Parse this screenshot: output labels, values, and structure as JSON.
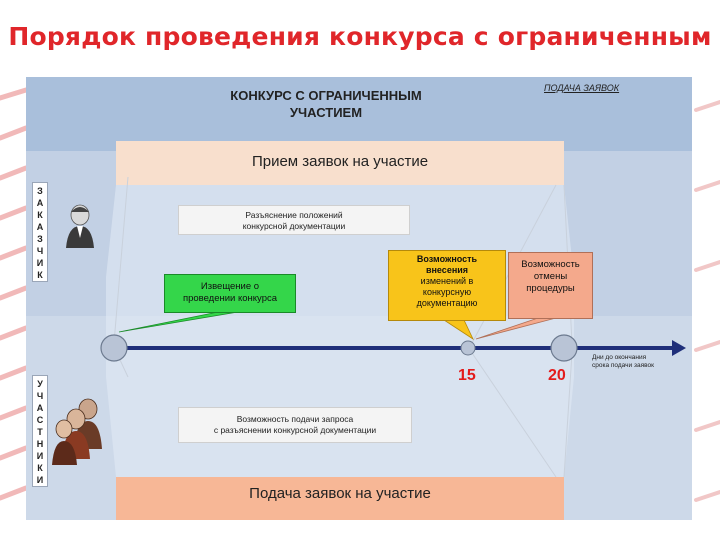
{
  "slide": {
    "title": "Порядок проведения конкурса с ограниченным"
  },
  "header": {
    "title_line1": "КОНКУРС С ОГРАНИЧЕННЫМ",
    "title_line2": "УЧАСТИЕМ",
    "right_label": "ПОДАЧА ЗАЯВОК"
  },
  "lanes": {
    "customer_letters": [
      "З",
      "А",
      "К",
      "А",
      "З",
      "Ч",
      "И",
      "К"
    ],
    "participants_letters": [
      "У",
      "Ч",
      "А",
      "С",
      "Т",
      "Н",
      "И",
      "К",
      "И"
    ]
  },
  "phases": {
    "top": "Прием заявок на участие",
    "bottom": "Подача заявок на участие"
  },
  "boxes": {
    "clarification_line1": "Разъяснение положений",
    "clarification_line2": "конкурсной документации",
    "notice_line1": "Извещение о",
    "notice_line2": "проведении конкурса",
    "changes_line1": "Возможность",
    "changes_line2": "внесения",
    "changes_line3": "изменений в",
    "changes_line4": "конкурсную",
    "changes_line5": "документацию",
    "cancel_line1": "Возможность",
    "cancel_line2": "отмены",
    "cancel_line3": "процедуры",
    "request_line1": "Возможность подачи запроса",
    "request_line2": "с разъяснении конкурсной документации"
  },
  "timeline": {
    "marker_1": "15",
    "marker_2": "20",
    "end_label_line1": "Дни до окончания",
    "end_label_line2": "срока подачи заявок"
  },
  "colors": {
    "title_red": "#e0262a",
    "timeline_navy": "#1f2f7a",
    "green_box": "#34d64a",
    "orange_box": "#f8c41a",
    "salmon_box": "#f4a98c",
    "marker_red": "#e31b1b"
  }
}
